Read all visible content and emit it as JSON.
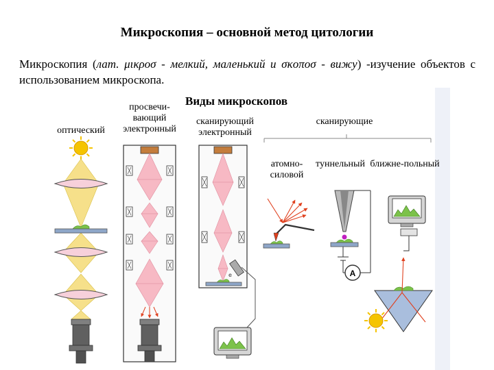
{
  "title": "Микроскопия – основной метод цитологии",
  "intro": {
    "lead": "Микроскопия (",
    "italic": "лат. μικροσ - мелкий, маленький и σκοποσ - вижу",
    "tail": ") -изучение объектов с использованием микроскопа."
  },
  "types_title": "Виды микроскопов",
  "labels": {
    "optical": "оптический",
    "transmission": "просвечи-\nвающий\nэлектронный",
    "scanning_electron": "сканирующий\nэлектронный",
    "scanning_group": "сканирующие",
    "atomic_force": "атомно-\nсиловой",
    "tunneling": "туннельный",
    "near_field": "ближне-польный"
  },
  "ammeter_symbol": "A",
  "colors": {
    "light_beam": "#f6e08a",
    "electron_beam": "#f7b9c4",
    "lens": "#f7d0da",
    "lamp": "#606060",
    "sun": "#f5c400",
    "laser": "#e0401e",
    "sample": "#7cc24a",
    "stage": "#8ea6c8"
  }
}
